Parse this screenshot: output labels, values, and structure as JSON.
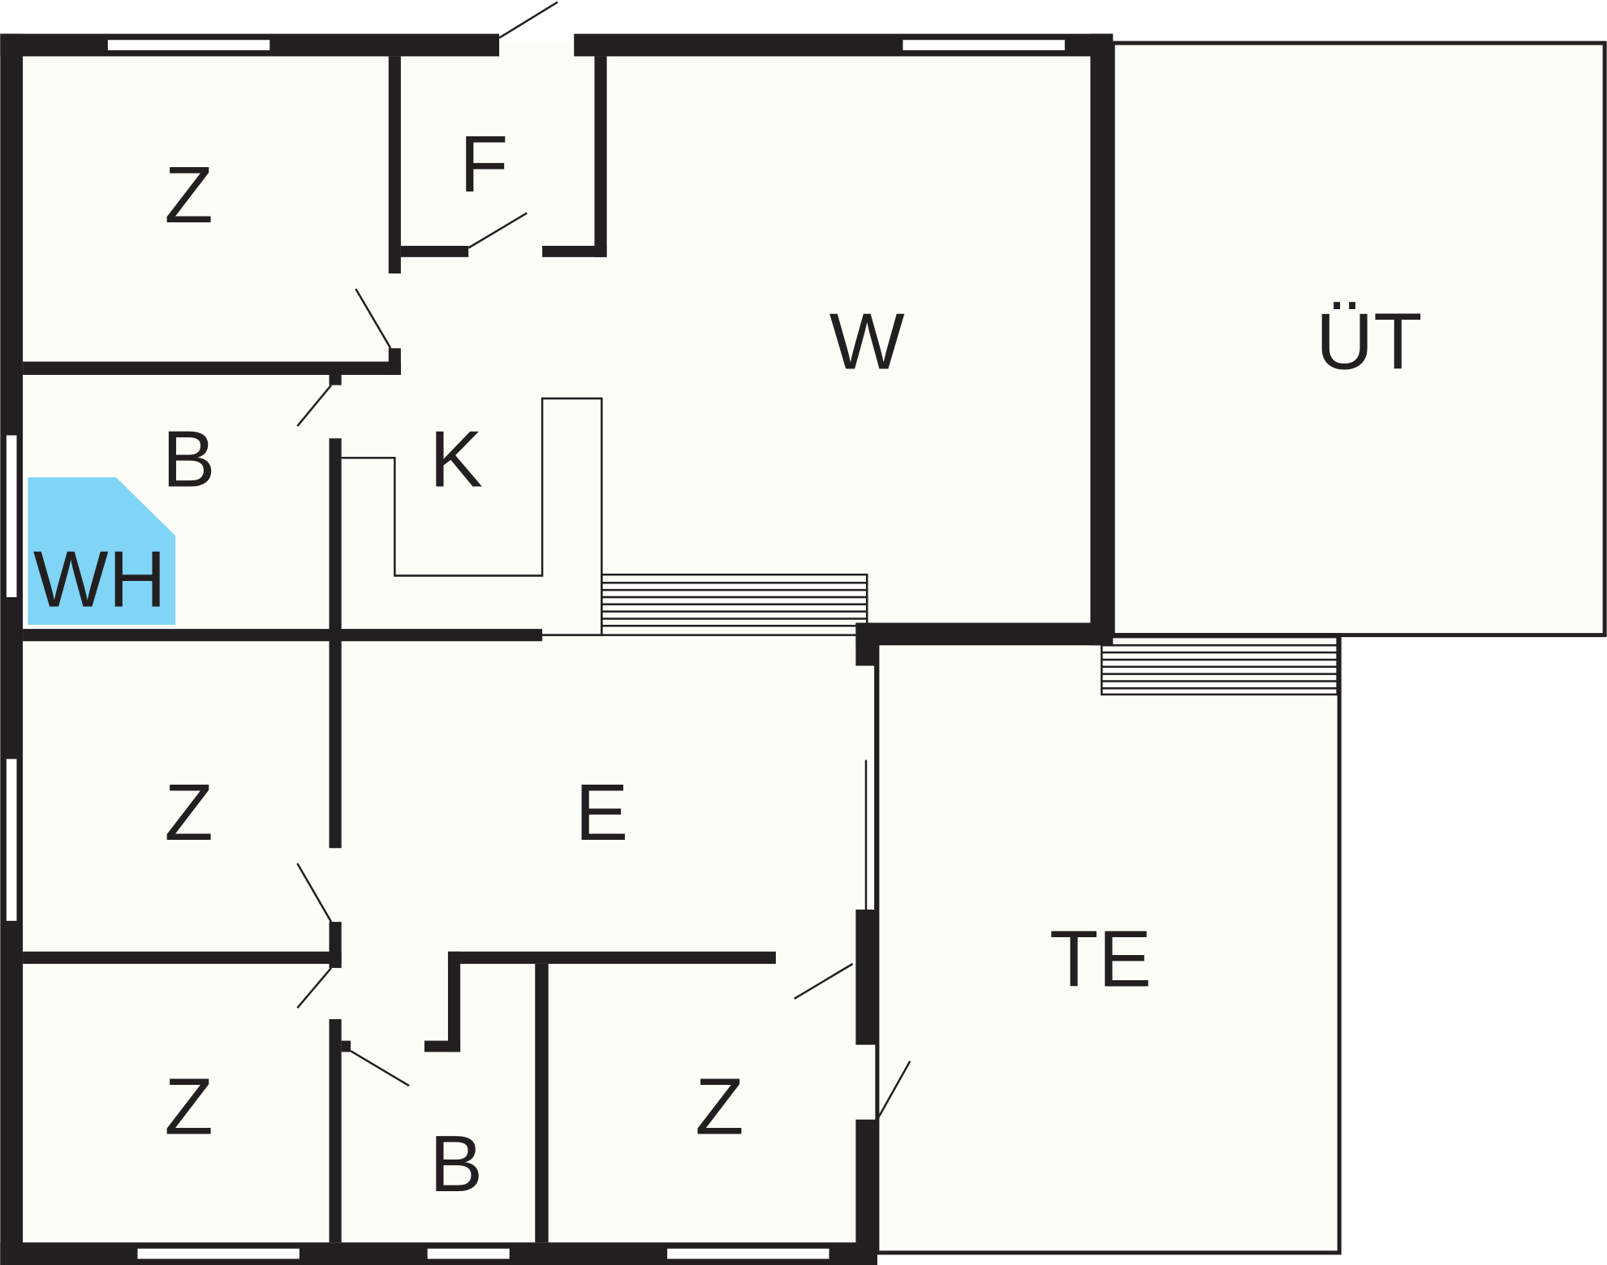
{
  "rooms": [
    {
      "id": "z1",
      "label": "Z"
    },
    {
      "id": "f",
      "label": "F"
    },
    {
      "id": "w",
      "label": "W"
    },
    {
      "id": "ut",
      "label": "ÜT"
    },
    {
      "id": "b1",
      "label": "B"
    },
    {
      "id": "k",
      "label": "K"
    },
    {
      "id": "wh",
      "label": "WH"
    },
    {
      "id": "z2",
      "label": "Z"
    },
    {
      "id": "e",
      "label": "E"
    },
    {
      "id": "te",
      "label": "TE"
    },
    {
      "id": "z3",
      "label": "Z"
    },
    {
      "id": "b2",
      "label": "B"
    },
    {
      "id": "z4",
      "label": "Z"
    }
  ],
  "colors": {
    "wall": "#231f20",
    "floor": "#fdfdf8",
    "highlight": "#80d4f6"
  }
}
